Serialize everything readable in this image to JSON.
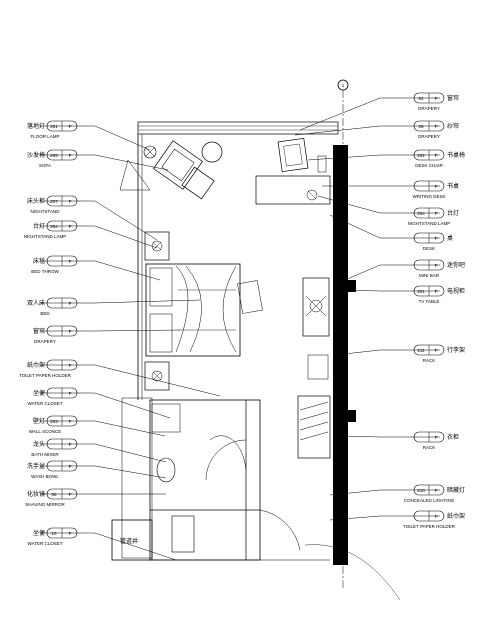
{
  "right_callouts": [
    {
      "code": "04",
      "tag": "F",
      "name": "DRAPERY",
      "cn": "窗帘"
    },
    {
      "code": "06",
      "tag": "F",
      "name": "DRAPERY",
      "cn": "纱帘"
    },
    {
      "code": "202",
      "tag": "F",
      "name": "DESK CHAIR",
      "cn": "书桌椅"
    },
    {
      "code": "",
      "tag": "F",
      "name": "WRITING DESK",
      "cn": "书桌"
    },
    {
      "code": "204",
      "tag": "F",
      "name": "NIGHTSTAND LAMP",
      "cn": "台灯"
    },
    {
      "code": "",
      "tag": "F",
      "name": "DESK",
      "cn": "桌"
    },
    {
      "code": "",
      "tag": "F",
      "name": "MINI BAR",
      "cn": "迷你吧"
    },
    {
      "code": "201",
      "tag": "F",
      "name": "TV TABLE",
      "cn": "电视柜"
    },
    {
      "code": "211",
      "tag": "F",
      "name": "RACK",
      "cn": "行李架"
    },
    {
      "code": "",
      "tag": "F",
      "name": "RACK",
      "cn": "衣柜"
    },
    {
      "code": "210",
      "tag": "F",
      "name": "CONCEALED LIGHTING",
      "cn": "暗藏灯"
    },
    {
      "code": "",
      "tag": "F",
      "name": "TOILET PAPER HOLDER",
      "cn": "纸巾架"
    }
  ],
  "left_callouts": [
    {
      "cn": "落地灯",
      "code": "201",
      "tag": "F",
      "name": "FLOOR LAMP"
    },
    {
      "cn": "沙发椅",
      "code": "205",
      "tag": "F",
      "name": "SOFA"
    },
    {
      "cn": "床头柜",
      "code": "207",
      "tag": "F",
      "name": "NIGHTSTAND"
    },
    {
      "cn": "台灯",
      "code": "204",
      "tag": "F",
      "name": "NIGHTSTAND LAMP"
    },
    {
      "cn": "床毯",
      "code": "",
      "tag": "F",
      "name": "BED THROW"
    },
    {
      "cn": "双人床",
      "code": "",
      "tag": "F",
      "name": "BED"
    },
    {
      "cn": "窗帘",
      "code": "",
      "tag": "F",
      "name": "DRAPERY"
    },
    {
      "cn": "纸巾架",
      "code": "",
      "tag": "F",
      "name": "TOILET PAPER HOLDER"
    },
    {
      "cn": "坐便",
      "code": "",
      "tag": "F",
      "name": "WATER CLOSET"
    },
    {
      "cn": "壁灯",
      "code": "203",
      "tag": "F",
      "name": "WALL SCONCE"
    },
    {
      "cn": "龙头",
      "code": "",
      "tag": "F",
      "name": "BATH MIXER"
    },
    {
      "cn": "洗手盆",
      "code": "",
      "tag": "F",
      "name": "WASH BOWL"
    },
    {
      "cn": "化妆镜",
      "code": "08",
      "tag": "F",
      "name": "SHAVING MIRROR"
    },
    {
      "cn": "坐便",
      "code": "10",
      "tag": "F",
      "name": "WATER CLOSET"
    }
  ],
  "room_label": "管道井",
  "axis_marker": "1"
}
